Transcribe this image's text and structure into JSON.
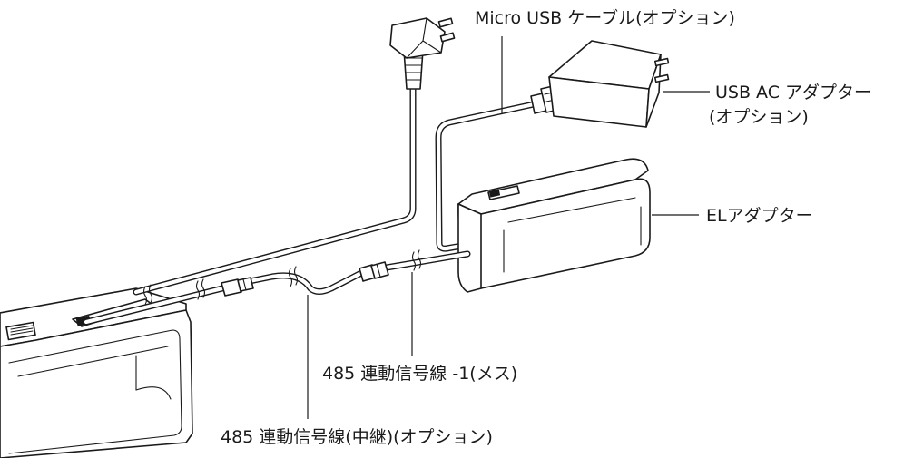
{
  "labels": {
    "micro_usb_cable": "Micro USB ケーブル(オプション)",
    "usb_ac_adapter_line1": "USB AC アダプター",
    "usb_ac_adapter_line2": "(オプション)",
    "el_adapter": "ELアダプター",
    "signal_line_female": "485 連動信号線 -1(メス)",
    "signal_line_relay": "485 連動信号線(中継)(オプション)"
  }
}
